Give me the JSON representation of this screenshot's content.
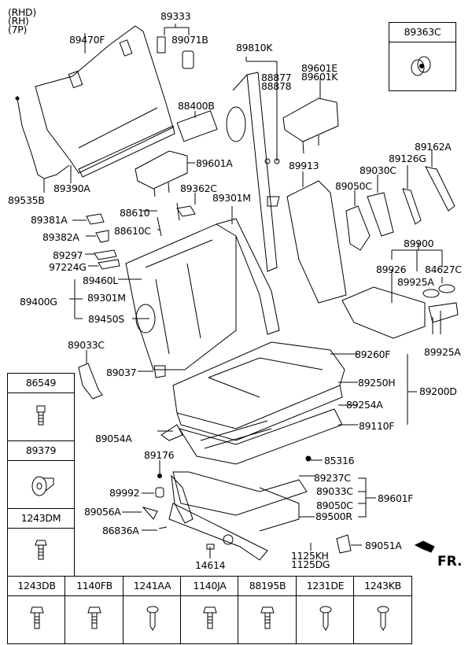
{
  "header": {
    "notes": [
      "(RHD)",
      "(RH)",
      "(7P)"
    ]
  },
  "callouts": {
    "c89333": "89333",
    "c89071B": "89071B",
    "c89470F": "89470F",
    "c89810K": "89810K",
    "c88877": "88877",
    "c88878": "88878",
    "c89601E": "89601E",
    "c89601K": "89601K",
    "c88400B": "88400B",
    "c89601A": "89601A",
    "c89535B": "89535B",
    "c89390A": "89390A",
    "c89913": "89913",
    "c89162A": "89162A",
    "c89126G": "89126G",
    "c89030C": "89030C",
    "c89050C_top": "89050C",
    "c89362C": "89362C",
    "c89301M_top": "89301M",
    "c89381A": "89381A",
    "c88610": "88610",
    "c89382A": "89382A",
    "c88610C": "88610C",
    "c89297": "89297",
    "c97224G": "97224G",
    "c89460L": "89460L",
    "c89400G": "89400G",
    "c89301M": "89301M",
    "c89450S": "89450S",
    "c89900": "89900",
    "c89926": "89926",
    "c89925A_top": "89925A",
    "c84627C": "84627C",
    "c89925A_bottom": "89925A",
    "c89033C_left": "89033C",
    "c89037": "89037",
    "c89260F": "89260F",
    "c89250H": "89250H",
    "c89200D": "89200D",
    "c89254A": "89254A",
    "c89110F": "89110F",
    "c89054A": "89054A",
    "c89176": "89176",
    "c85316": "85316",
    "c89237C": "89237C",
    "c89033C": "89033C",
    "c89601F": "89601F",
    "c89050C": "89050C",
    "c89992": "89992",
    "c89500R": "89500R",
    "c89056A": "89056A",
    "c86836A": "86836A",
    "c1125KH": "1125KH",
    "c1125DG": "1125DG",
    "c89051A": "89051A",
    "c14614": "14614"
  },
  "front_indicator": "FR.",
  "side_boxes": [
    {
      "part": "89363C",
      "icon": "clip-icon"
    },
    {
      "part": "86549",
      "icon": "bolt-icon"
    },
    {
      "part": "89379",
      "icon": "grommet-icon"
    },
    {
      "part": "1243DM",
      "icon": "bolt-icon"
    }
  ],
  "fastener_table": [
    {
      "part": "1243DB",
      "icon": "flange-bolt-icon"
    },
    {
      "part": "1140FB",
      "icon": "flange-bolt-icon"
    },
    {
      "part": "1241AA",
      "icon": "tapping-screw-icon"
    },
    {
      "part": "1140JA",
      "icon": "flange-bolt-icon"
    },
    {
      "part": "88195B",
      "icon": "flange-bolt-icon"
    },
    {
      "part": "1231DE",
      "icon": "tapping-screw-icon"
    },
    {
      "part": "1243KB",
      "icon": "tapping-screw-icon"
    }
  ]
}
